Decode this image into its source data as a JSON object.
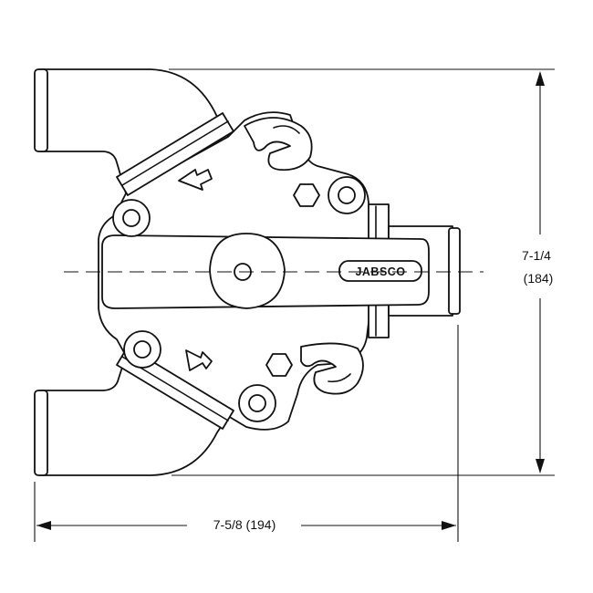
{
  "drawing": {
    "brand_label": "JABSCO",
    "dimension_height_inches": "7-1/4",
    "dimension_height_mm": "(184)",
    "dimension_width": "7-5/8 (194)"
  },
  "colors": {
    "line": "#111111",
    "background": "#ffffff"
  }
}
